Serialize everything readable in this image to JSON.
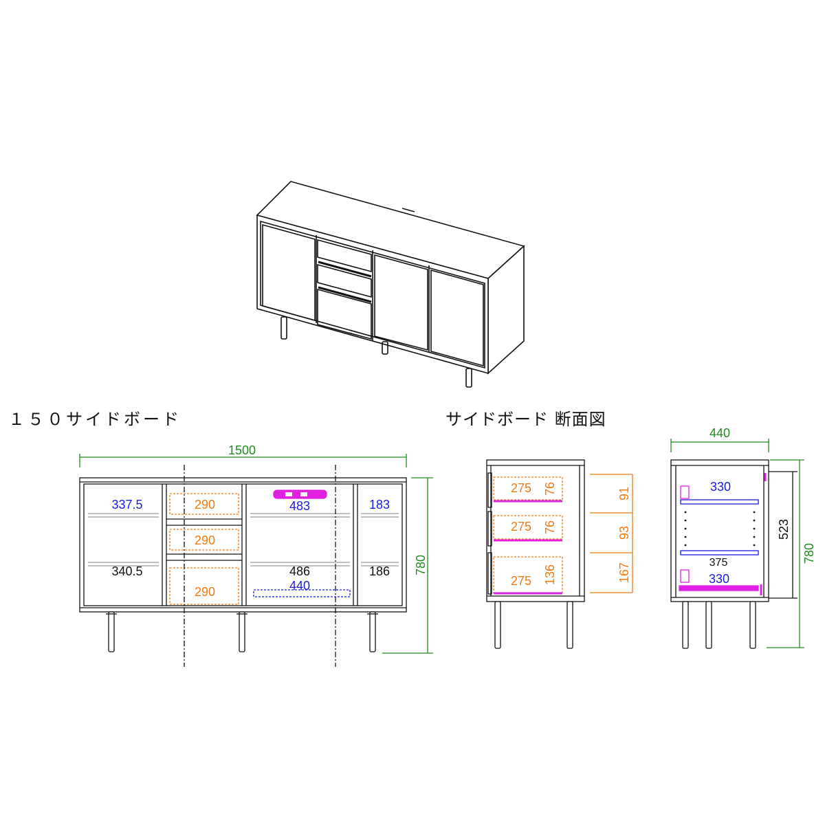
{
  "titles": {
    "front": "１５０サイドボード",
    "section": "サイドボード 断面図"
  },
  "colors": {
    "green": "#1f8a1f",
    "blue": "#1a1adf",
    "orange": "#ee7a10",
    "magenta": "#e020e0",
    "line": "#111111"
  },
  "front": {
    "total_width": "1500",
    "height": "780",
    "left_top": "337.5",
    "left_bottom": "340.5",
    "drawer_1": "290",
    "drawer_2": "290",
    "drawer_3": "290",
    "center_top": "483",
    "center_bottom": "486",
    "center_shelf": "440",
    "right_top": "183",
    "right_bottom": "186"
  },
  "section": {
    "drawer_1_depth": "275",
    "drawer_1_height": "76",
    "drawer_2_depth": "275",
    "drawer_2_height": "76",
    "drawer_3_depth": "275",
    "drawer_3_height": "136",
    "drawer_1_opening": "91",
    "drawer_2_opening": "93",
    "drawer_3_opening": "167"
  },
  "side": {
    "depth": "440",
    "shelf_top": "330",
    "shelf_middle": "375",
    "shelf_bottom": "330",
    "inner_height": "523",
    "height": "780"
  }
}
